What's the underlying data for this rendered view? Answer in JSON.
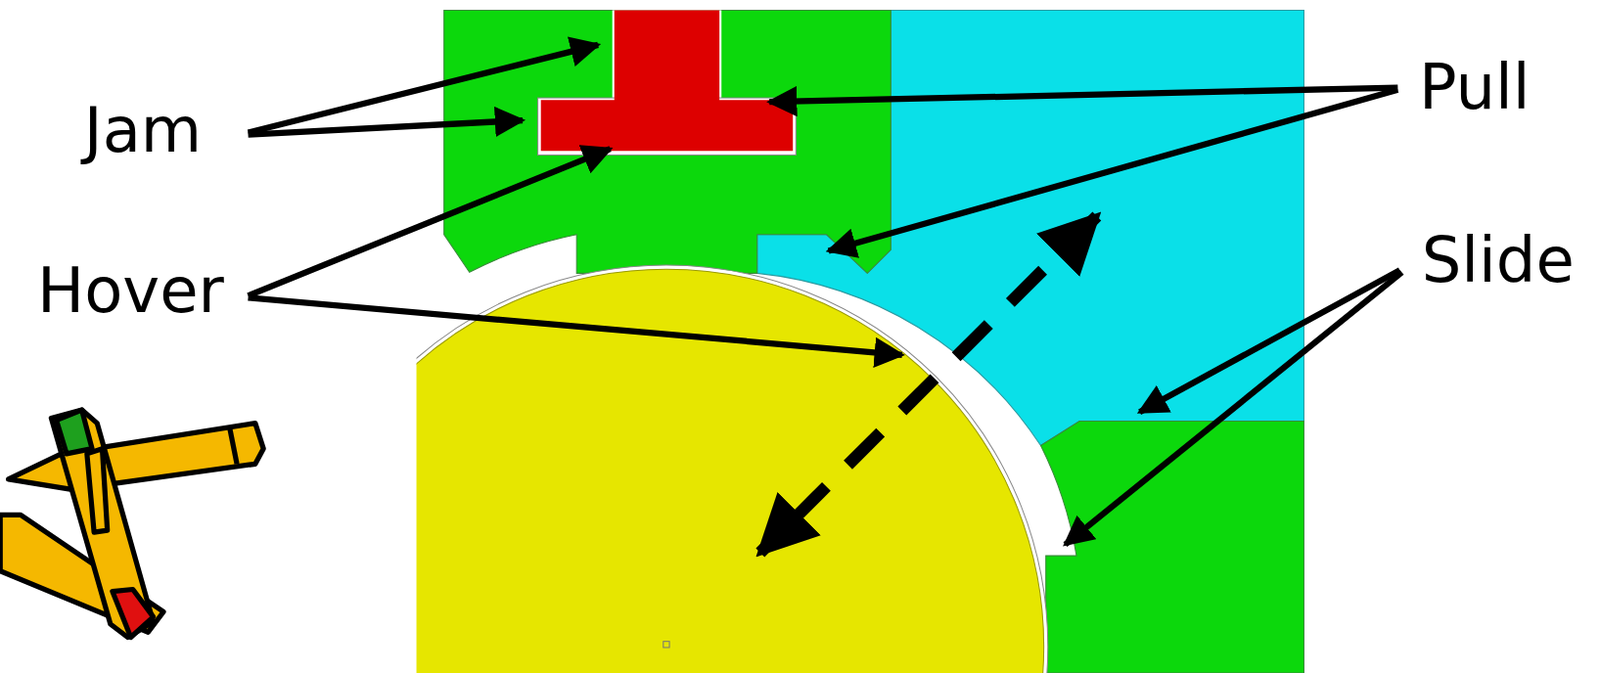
{
  "diagram": {
    "labels": [
      "Jam",
      "Pull",
      "Hover",
      "Slide"
    ]
  }
}
